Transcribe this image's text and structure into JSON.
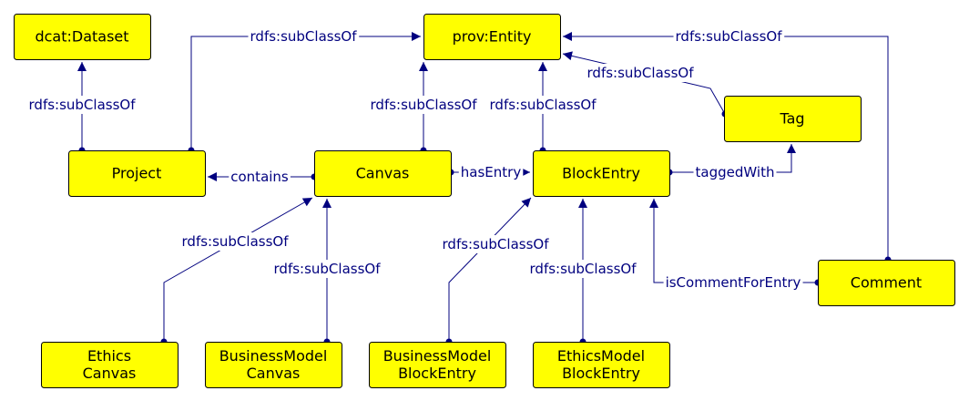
{
  "colors": {
    "node_fill": "#ffff00",
    "node_border": "#000000",
    "edge": "#00007f",
    "text": "#000000"
  },
  "nodes": {
    "dataset": {
      "lines": [
        "dcat:Dataset"
      ]
    },
    "entity": {
      "lines": [
        "prov:Entity"
      ]
    },
    "tag": {
      "lines": [
        "Tag"
      ]
    },
    "project": {
      "lines": [
        "Project"
      ]
    },
    "canvas": {
      "lines": [
        "Canvas"
      ]
    },
    "blockentry": {
      "lines": [
        "BlockEntry"
      ]
    },
    "comment": {
      "lines": [
        "Comment"
      ]
    },
    "ethicscanvas": {
      "lines": [
        "Ethics",
        "Canvas"
      ]
    },
    "bmcanvas": {
      "lines": [
        "BusinessModel",
        "Canvas"
      ]
    },
    "bmblockentry": {
      "lines": [
        "BusinessModel",
        "BlockEntry"
      ]
    },
    "ethicsblockentry": {
      "lines": [
        "EthicsModel",
        "BlockEntry"
      ]
    }
  },
  "edges": [
    {
      "id": "project-dataset",
      "from": "project",
      "to": "dataset",
      "label": "rdfs:subClassOf"
    },
    {
      "id": "project-entity",
      "from": "project",
      "to": "entity",
      "label": "rdfs:subClassOf"
    },
    {
      "id": "canvas-entity",
      "from": "canvas",
      "to": "entity",
      "label": "rdfs:subClassOf"
    },
    {
      "id": "blockentry-entity",
      "from": "blockentry",
      "to": "entity",
      "label": "rdfs:subClassOf"
    },
    {
      "id": "tag-entity",
      "from": "tag",
      "to": "entity",
      "label": "rdfs:subClassOf"
    },
    {
      "id": "comment-entity",
      "from": "comment",
      "to": "entity",
      "label": "rdfs:subClassOf"
    },
    {
      "id": "canvas-project",
      "from": "canvas",
      "to": "project",
      "label": "contains"
    },
    {
      "id": "canvas-blockentry",
      "from": "canvas",
      "to": "blockentry",
      "label": "hasEntry"
    },
    {
      "id": "blockentry-tag",
      "from": "blockentry",
      "to": "tag",
      "label": "taggedWith"
    },
    {
      "id": "comment-blockentry",
      "from": "comment",
      "to": "blockentry",
      "label": "isCommentForEntry"
    },
    {
      "id": "ethicscanvas-canvas",
      "from": "ethicscanvas",
      "to": "canvas",
      "label": "rdfs:subClassOf"
    },
    {
      "id": "bmcanvas-canvas",
      "from": "bmcanvas",
      "to": "canvas",
      "label": "rdfs:subClassOf"
    },
    {
      "id": "bmblockentry-blockentry",
      "from": "bmblockentry",
      "to": "blockentry",
      "label": "rdfs:subClassOf"
    },
    {
      "id": "ethicsblockentry-blockentry",
      "from": "ethicsblockentry",
      "to": "blockentry",
      "label": "rdfs:subClassOf"
    }
  ]
}
